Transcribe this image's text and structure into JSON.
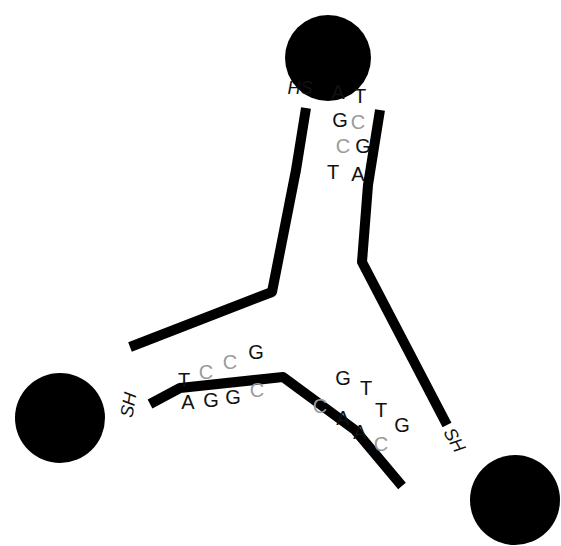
{
  "diagram": {
    "labels": [
      "HS",
      "SH",
      "SH",
      "A",
      "T",
      "G",
      "C",
      "C",
      "G",
      "T",
      "A",
      "G",
      "T",
      "C",
      "C",
      "A",
      "G",
      "G",
      "C",
      "G",
      "T",
      "T",
      "G",
      "C",
      "A",
      "A",
      "C"
    ]
  }
}
